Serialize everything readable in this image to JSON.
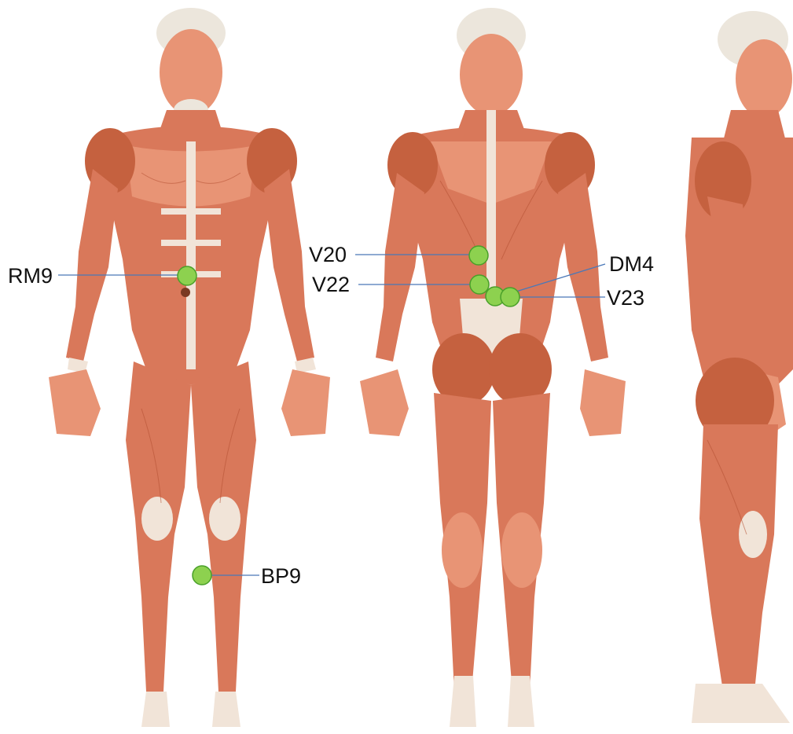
{
  "acupoints": [
    {
      "id": "rm9",
      "label": "RM9"
    },
    {
      "id": "bp9",
      "label": "BP9"
    },
    {
      "id": "v20",
      "label": "V20"
    },
    {
      "id": "v22",
      "label": "V22"
    },
    {
      "id": "v23",
      "label": "V23"
    },
    {
      "id": "dm4",
      "label": "DM4"
    }
  ],
  "colors": {
    "point_fill": "#8dd14f",
    "leader_line": "#4a78b8",
    "label_text": "#111111",
    "muscle": "#d9785a"
  }
}
